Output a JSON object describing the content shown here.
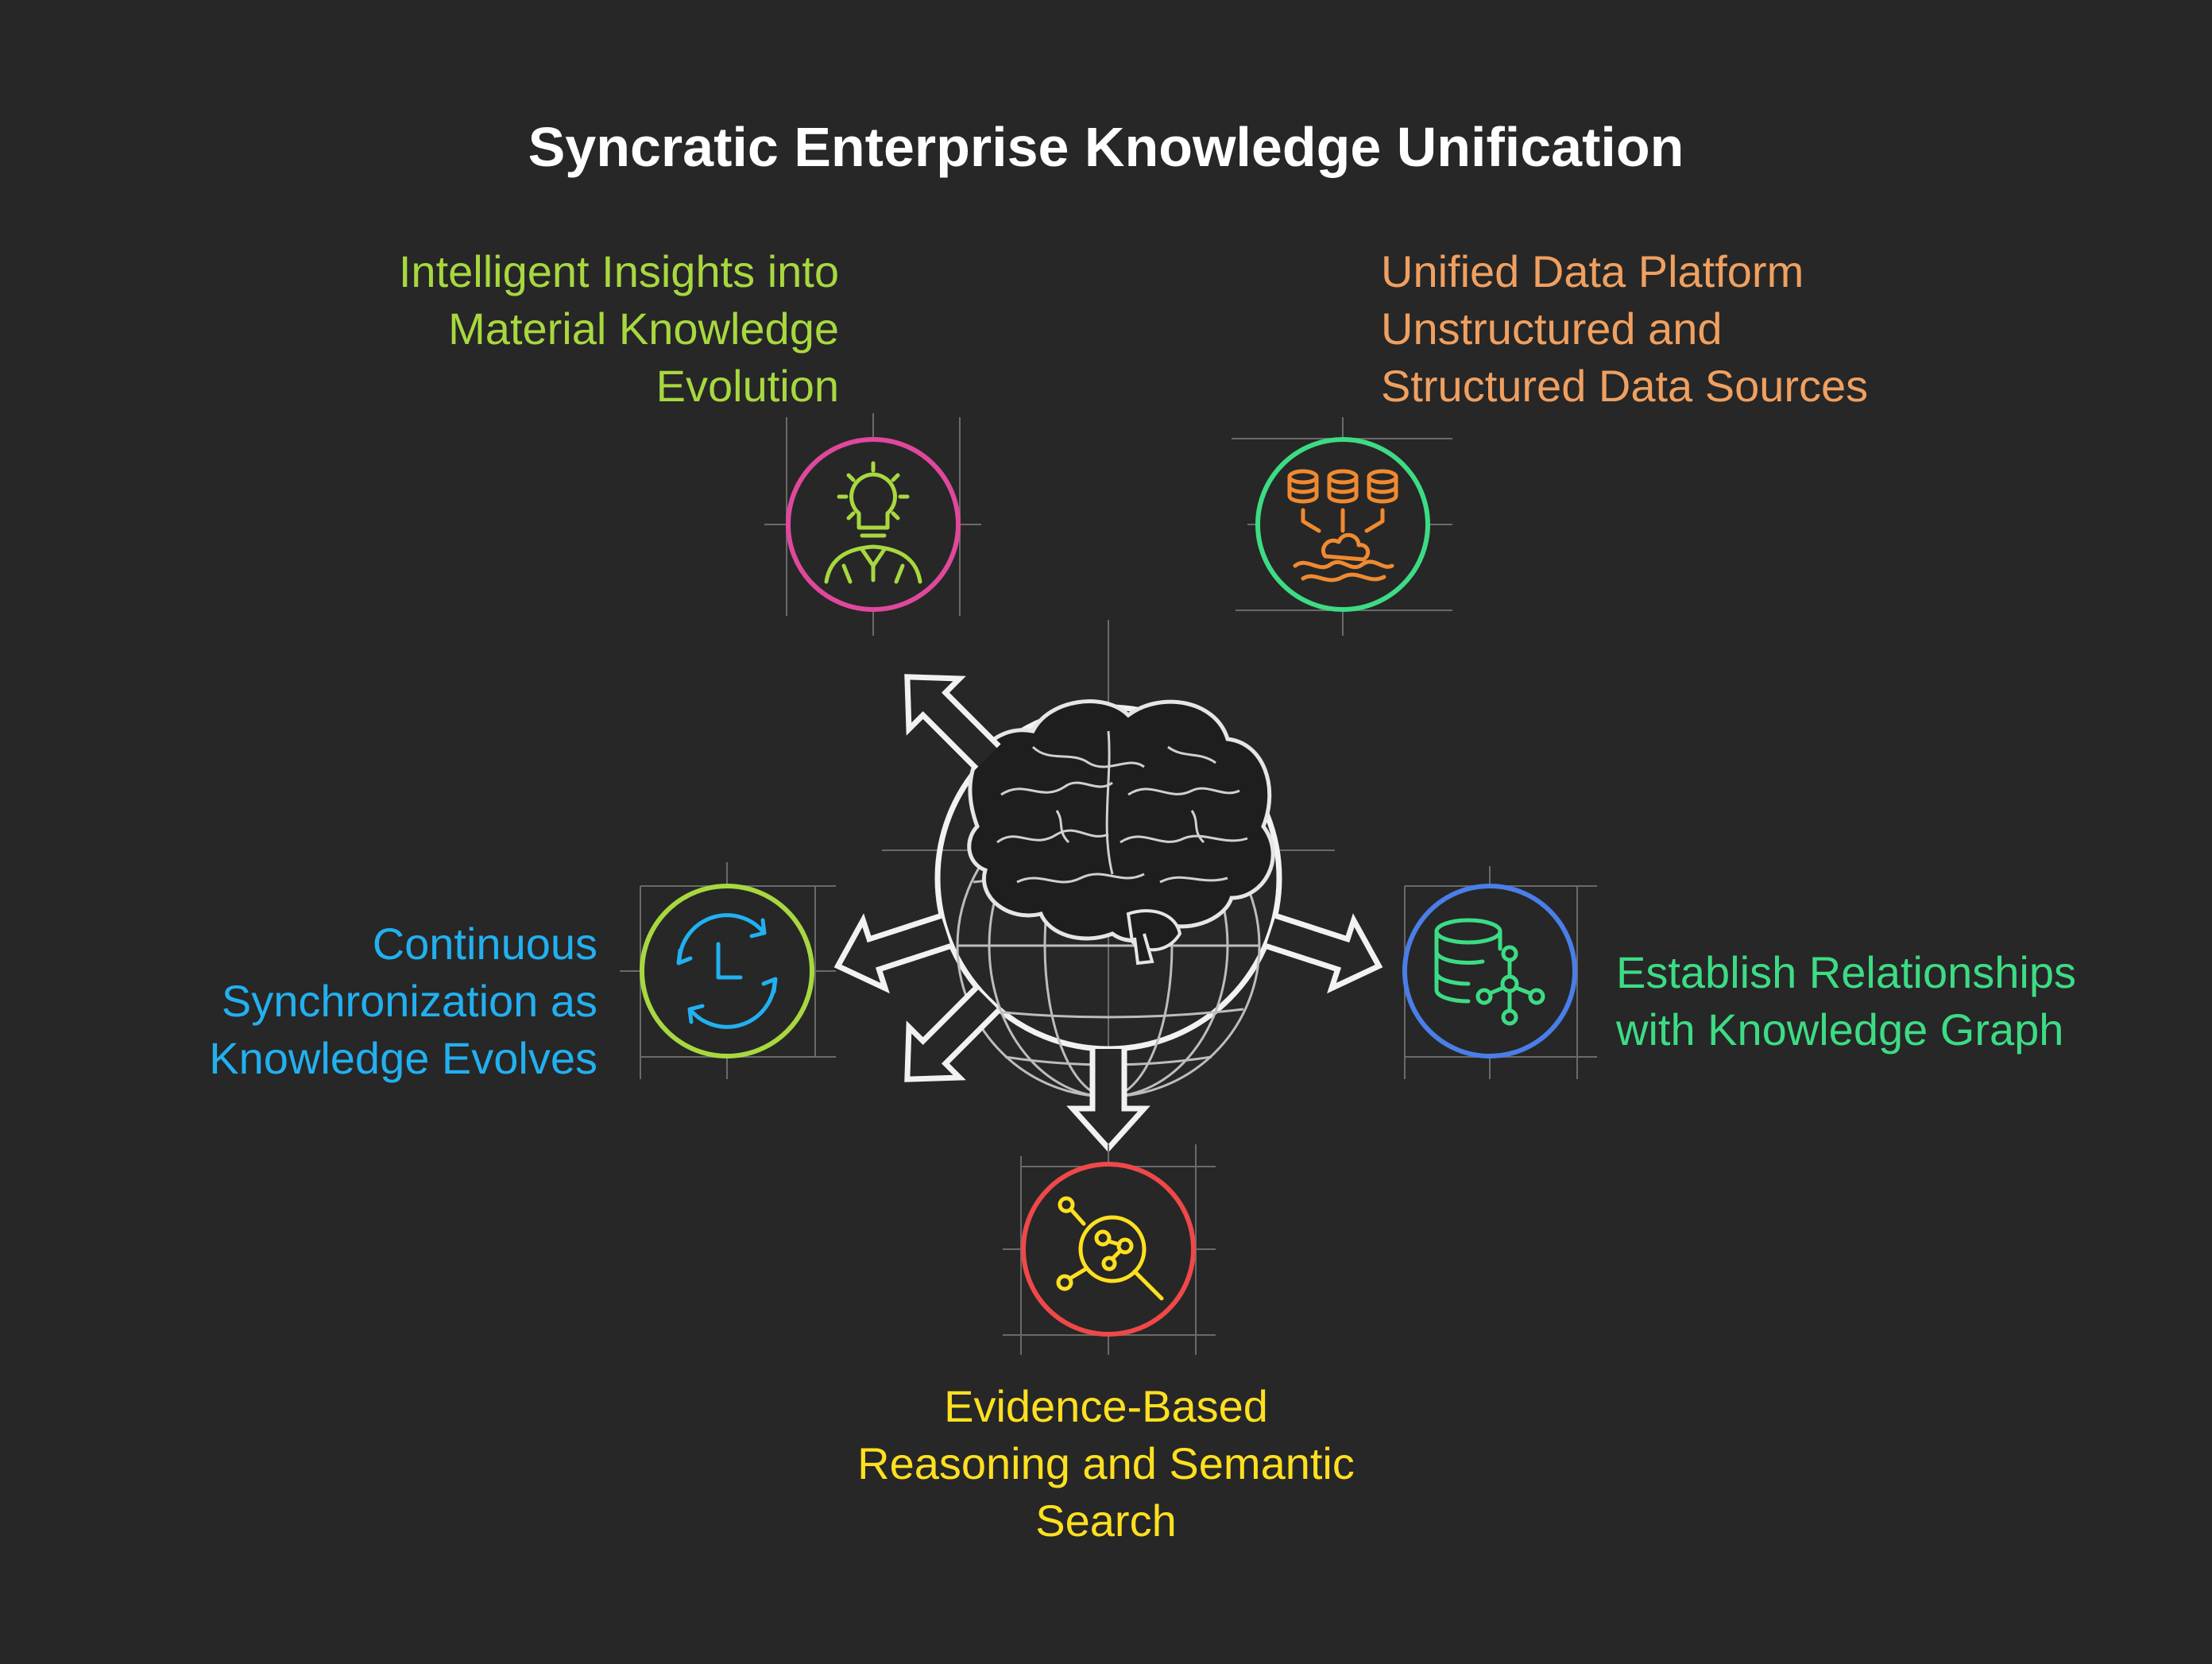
{
  "title": "Syncratic Enterprise Knowledge Unification",
  "center": {
    "icon": "brain-globe-icon"
  },
  "nodes": {
    "insights": {
      "lines": [
        "Intelligent Insights into",
        "Material Knowledge",
        "Evolution"
      ],
      "text_color": "#a8d83f",
      "ring_color": "#e0489c",
      "icon": "lightbulb-person-icon",
      "icon_color": "#a8d83f"
    },
    "platform": {
      "lines": [
        "Unified Data Platform",
        "Unstructured and",
        "Structured Data Sources"
      ],
      "text_color": "#f0a060",
      "ring_color": "#3ddc84",
      "icon": "databases-merge-icon",
      "icon_color": "#f08a30"
    },
    "sync": {
      "lines": [
        "Continuous",
        "Synchronization as",
        "Knowledge Evolves"
      ],
      "text_color": "#22b0f0",
      "ring_color": "#a8d83f",
      "icon": "sync-clock-icon",
      "icon_color": "#22b0f0"
    },
    "graph": {
      "lines": [
        "Establish Relationships",
        "with Knowledge Graph"
      ],
      "text_color": "#3ddc84",
      "ring_color": "#4a7ee8",
      "icon": "database-graph-icon",
      "icon_color": "#3ddc84"
    },
    "search": {
      "lines": [
        "Evidence-Based",
        "Reasoning and Semantic",
        "Search"
      ],
      "text_color": "#ffe020",
      "ring_color": "#f04848",
      "icon": "semantic-search-icon",
      "icon_color": "#ffe020"
    }
  }
}
